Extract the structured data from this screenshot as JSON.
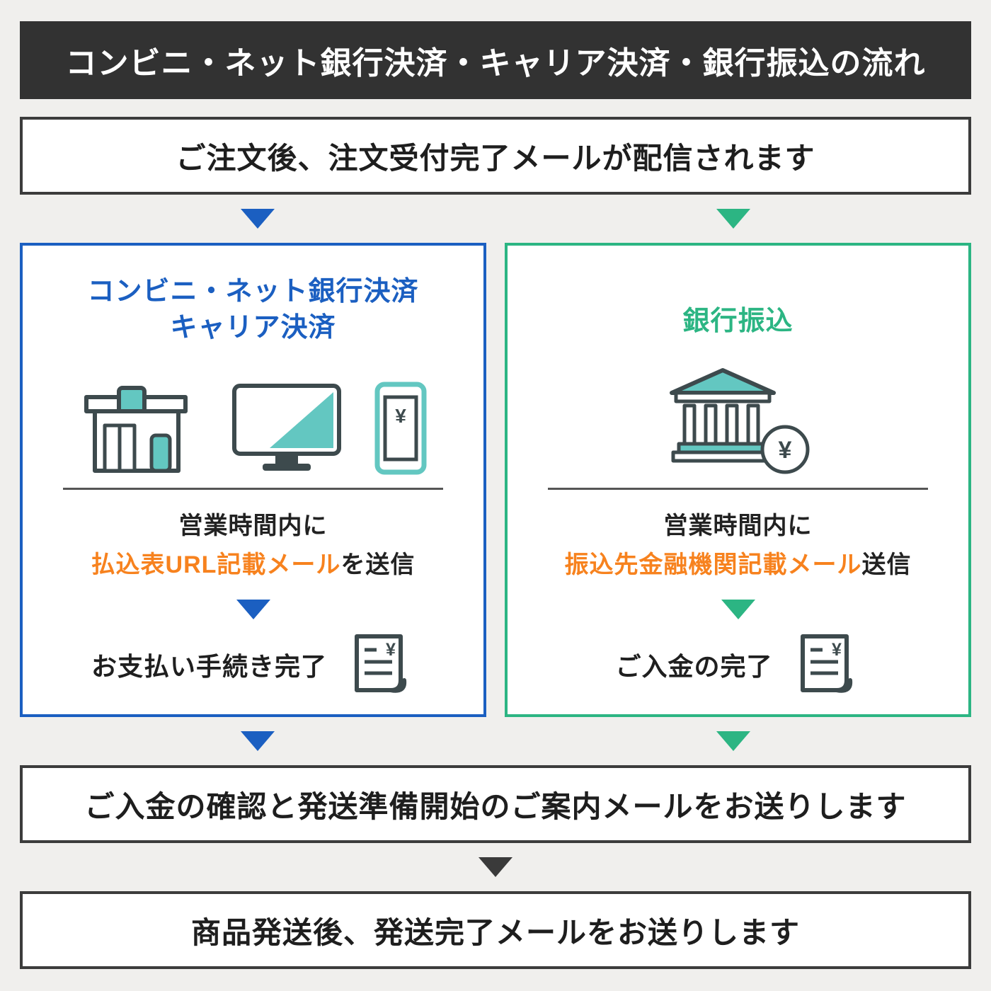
{
  "header": {
    "title": "コンビニ・ネット銀行決済・キャリア決済・銀行振込の流れ"
  },
  "flow": {
    "step_order": "ご注文後、注文受付完了メールが配信されます",
    "step_confirm": "ご入金の確認と発送準備開始のご案内メールをお送りします",
    "step_ship": "商品発送後、発送完了メールをお送りします"
  },
  "left_branch": {
    "title_line1": "コンビニ・ネット銀行決済",
    "title_line2": "キャリア決済",
    "notice_prefix": "営業時間内に",
    "notice_highlight": "払込表URL記載メール",
    "notice_suffix": "を送信",
    "complete_label": "お支払い手続き完了"
  },
  "right_branch": {
    "title": "銀行振込",
    "notice_prefix": "営業時間内に",
    "notice_highlight": "振込先金融機関記載メール",
    "notice_suffix": "送信",
    "complete_label": "ご入金の完了"
  },
  "icons": {
    "yen_symbol": "¥"
  },
  "colors": {
    "background": "#f0efed",
    "header_bg": "#323232",
    "header_text": "#ffffff",
    "box_border": "#3c3c3c",
    "blue_accent": "#1b5fc1",
    "green_accent": "#2cb583",
    "teal_icon": "#63c7c1",
    "orange_highlight": "#f7821e",
    "dark_arrow": "#3a3a3a"
  }
}
